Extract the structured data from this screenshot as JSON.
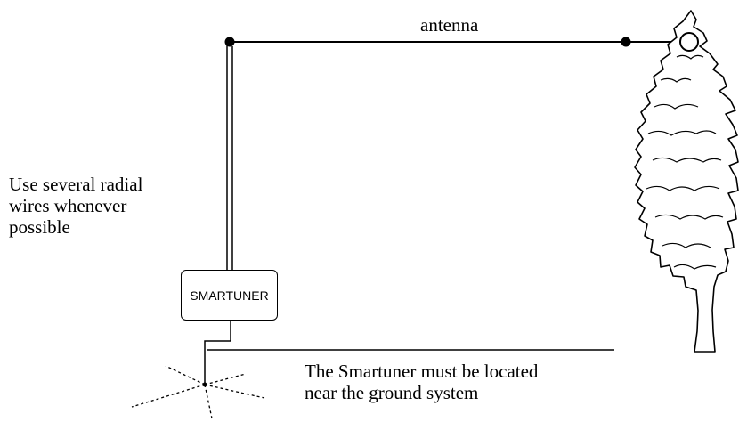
{
  "labels": {
    "antenna": "antenna",
    "radials_line1": "Use several radial",
    "radials_line2": "wires whenever",
    "radials_line3": "possible",
    "tuner": "SMARTUNER",
    "location_line1": "The Smartuner must be located",
    "location_line2": "near the ground system"
  },
  "colors": {
    "ink": "#000000",
    "background": "#ffffff"
  }
}
